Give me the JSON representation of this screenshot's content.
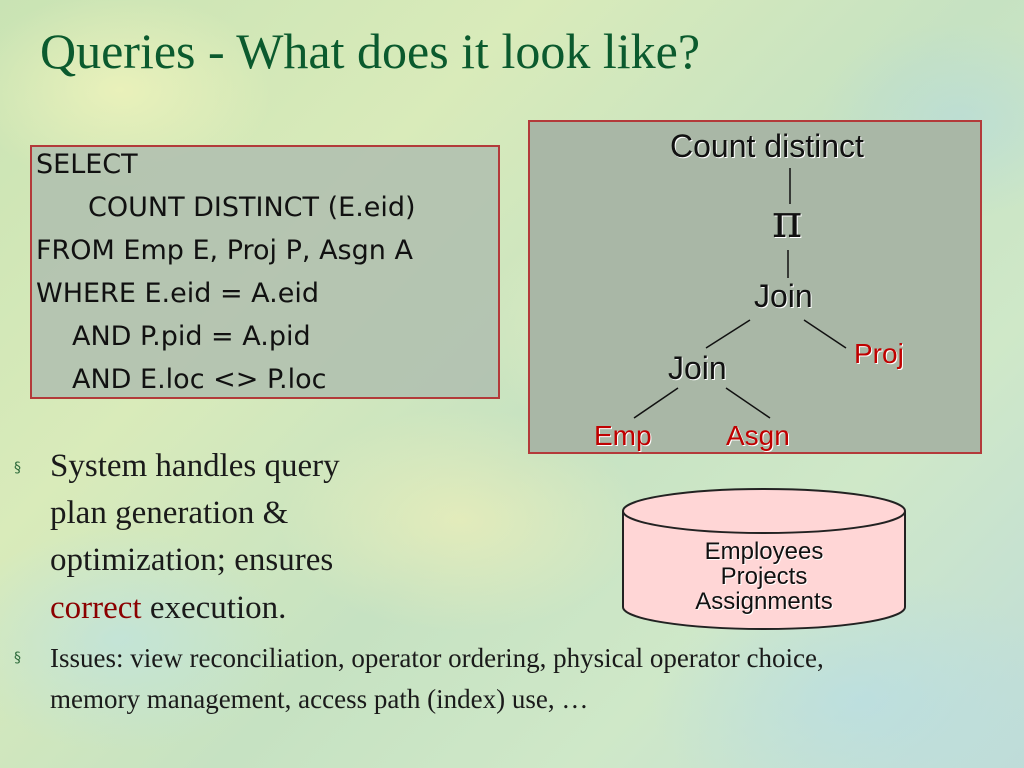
{
  "title": "Queries - What does it look like?",
  "sql": {
    "lines": [
      "SELECT",
      "COUNT DISTINCT (E.eid)",
      "FROM Emp E, Proj P, Asgn A",
      "WHERE E.eid = A.eid",
      "AND P.pid = A.pid",
      "AND E.loc <> P.loc"
    ]
  },
  "plan": {
    "root": "Count distinct",
    "projection_symbol": "π",
    "join_top": "Join",
    "join_bottom": "Join",
    "leaf_proj": "Proj",
    "leaf_emp": "Emp",
    "leaf_asgn": "Asgn",
    "operator_color": "#111111",
    "relation_color": "#c00000"
  },
  "database": {
    "tables": [
      "Employees",
      "Projects",
      "Assignments"
    ],
    "fill_color": "#ffd6d6"
  },
  "bullets": {
    "first": {
      "line1": "System handles query",
      "line2": "plan generation &",
      "line3": "optimization; ensures",
      "highlight": "correct",
      "line4_rest": " execution."
    },
    "second": {
      "line1": "Issues: view reconciliation, operator ordering,  physical operator choice,",
      "line2": "memory management, access path (index) use, …"
    },
    "marker": "§"
  }
}
